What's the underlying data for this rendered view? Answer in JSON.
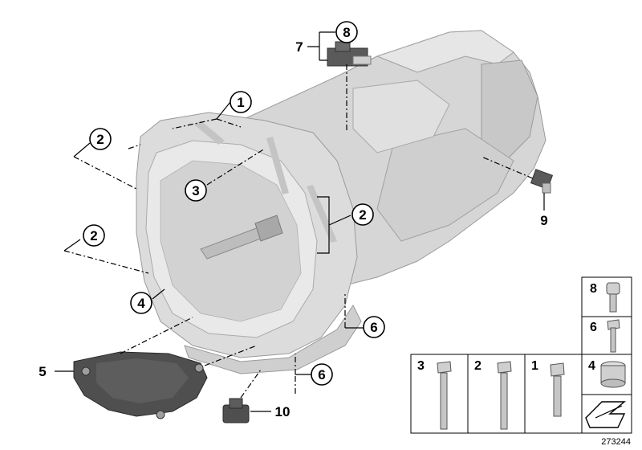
{
  "callouts": {
    "c1": "1",
    "c2a": "2",
    "c2b": "2",
    "c2c": "2",
    "c3": "3",
    "c4": "4",
    "c5": "5",
    "c6a": "6",
    "c6b": "6",
    "c7": "7",
    "c8": "8",
    "c9": "9",
    "c10": "10"
  },
  "parts_table": {
    "row1": [
      "8"
    ],
    "row2": [
      "6"
    ],
    "row3": [
      "3",
      "2",
      "1",
      "4"
    ]
  },
  "reference_number": "273244",
  "colors": {
    "housing": "#d9d9d9",
    "housing_shadow": "#bdbdbd",
    "dark_part": "#4a4a4a",
    "line": "#000000"
  }
}
